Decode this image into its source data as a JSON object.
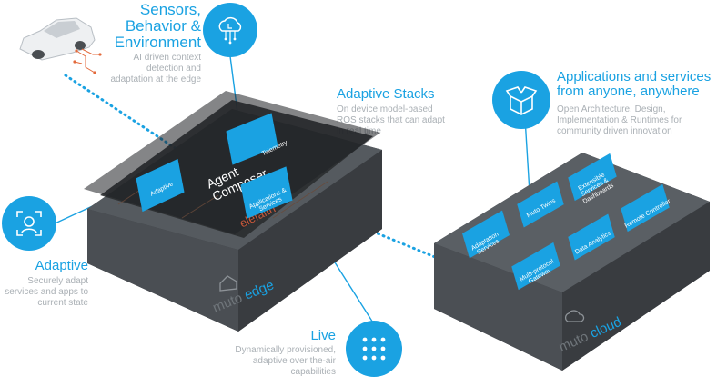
{
  "sensors": {
    "title_lines": [
      "Sensors,",
      "Behavior &",
      "Environment"
    ],
    "desc_lines": [
      "AI driven context",
      "detection and",
      "adaptation at the edge"
    ],
    "icon": "cloud-circuit-icon"
  },
  "stacks": {
    "title": "Adaptive Stacks",
    "desc_lines": [
      "On device model-based",
      "ROS stacks that can adapt",
      "in real time"
    ]
  },
  "apps": {
    "title_lines": [
      "Applications and services",
      "from anyone, anywhere"
    ],
    "desc_lines": [
      "Open Architecture, Design,",
      "Implementation & Runtimes for",
      "community driven innovation"
    ],
    "icon": "open-box-icon"
  },
  "adaptive": {
    "title": "Adaptive",
    "desc_lines": [
      "Securely adapt",
      "services and apps to",
      "current state"
    ],
    "icon": "face-scan-icon"
  },
  "live": {
    "title": "Live",
    "desc_lines": [
      "Dynamically provisioned,",
      "adaptive over the-air",
      "capabilities"
    ],
    "icon": "dot-grid-icon"
  },
  "edge": {
    "brand_prefix": "muto",
    "brand_word": "edge",
    "board_text": "Agent",
    "board_text2": "Composer",
    "chip_text": "elefaith",
    "tiles": [
      "Adaptive",
      "Telemetry",
      "Applications & Services"
    ]
  },
  "cloud": {
    "brand_prefix": "muto",
    "brand_word": "cloud",
    "tiles": [
      "Adaptation Services",
      "Muto Twins",
      "Extensible Services & Dashboards",
      "Multi-protocol Gateway",
      "Data Analytics",
      "Remote Controller"
    ]
  },
  "colors": {
    "accent": "#1aa2e2",
    "box_top": "#555a5f",
    "box_side": "#3f4347",
    "text_gray": "#aab0b5"
  }
}
